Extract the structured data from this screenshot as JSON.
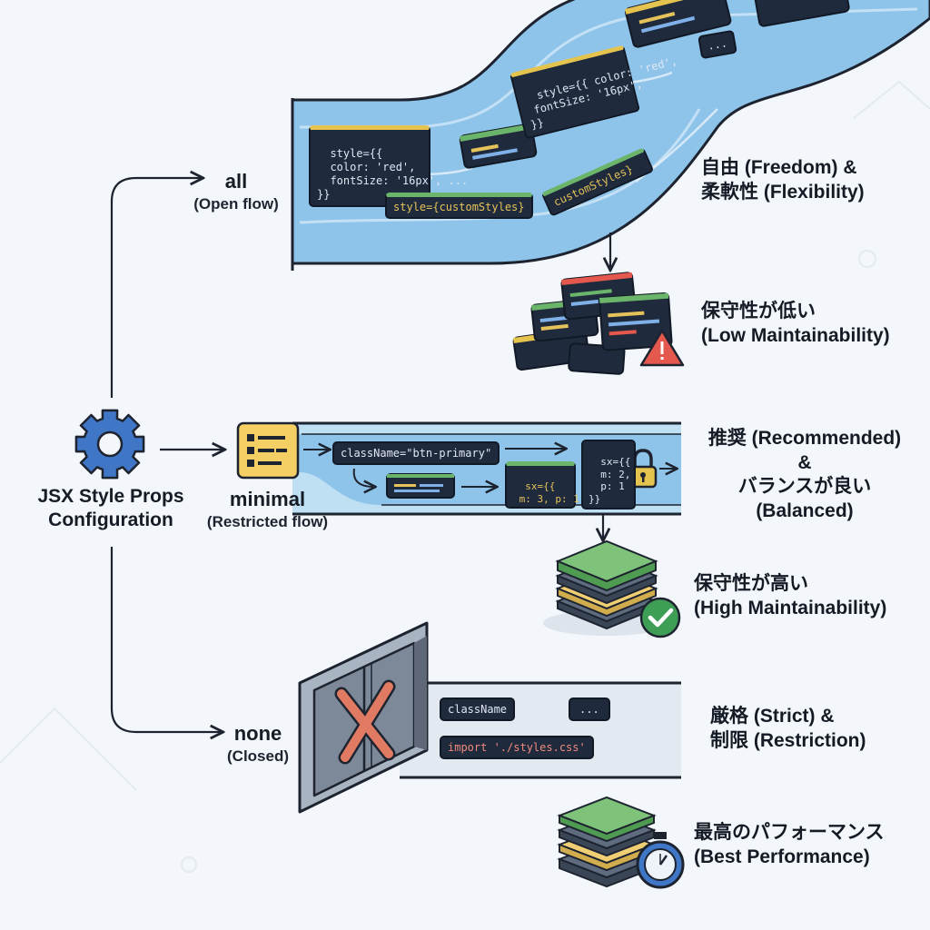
{
  "central": {
    "title_line1": "JSX Style Props",
    "title_line2": "Configuration",
    "icon": "gear-icon"
  },
  "options": [
    {
      "name": "all",
      "subtitle": "(Open flow)",
      "traits": [
        "自由 (Freedom) &",
        "柔軟性 (Flexibility)"
      ],
      "outcome": [
        "保守性が低い",
        "(Low Maintainability)"
      ],
      "code": {
        "style_block": "style={{\n  color: 'red',\n  fontSize: '16px', ...\n}}",
        "custom": "style={customStyles}",
        "float_block": "style={{ color: 'red',\n fontSize: '16px',\n}}",
        "float_custom": "customStyles}",
        "float_dots": "..."
      }
    },
    {
      "name": "minimal",
      "subtitle": "(Restricted flow)",
      "traits": [
        "推奨 (Recommended)",
        "&",
        "バランスが良い",
        "(Balanced)"
      ],
      "outcome": [
        "保守性が高い",
        "(High Maintainability)"
      ],
      "code": {
        "classname": "className=\"btn-primary\"",
        "sx_block": "sx={{\n m: 3, p: 1",
        "sx_locked": "sx={{\n  m: 2,\n  p: 1\n}}"
      }
    },
    {
      "name": "none",
      "subtitle": "(Closed)",
      "traits": [
        "厳格 (Strict) &",
        "制限 (Restriction)"
      ],
      "outcome": [
        "最高のパフォーマンス",
        "(Best Performance)"
      ],
      "code": {
        "classname": "className",
        "dots": "...",
        "import": "import './styles.css'"
      }
    }
  ],
  "colors": {
    "river": "#8fc4ea",
    "channel": "#bfdff3",
    "code_bg": "#1f2a3c",
    "accent_yellow": "#e4c34e",
    "accent_green": "#6bb56a",
    "warning": "#e4584e",
    "check": "#3f9e56",
    "gear": "#3f76c6",
    "cross": "#e07a62"
  }
}
